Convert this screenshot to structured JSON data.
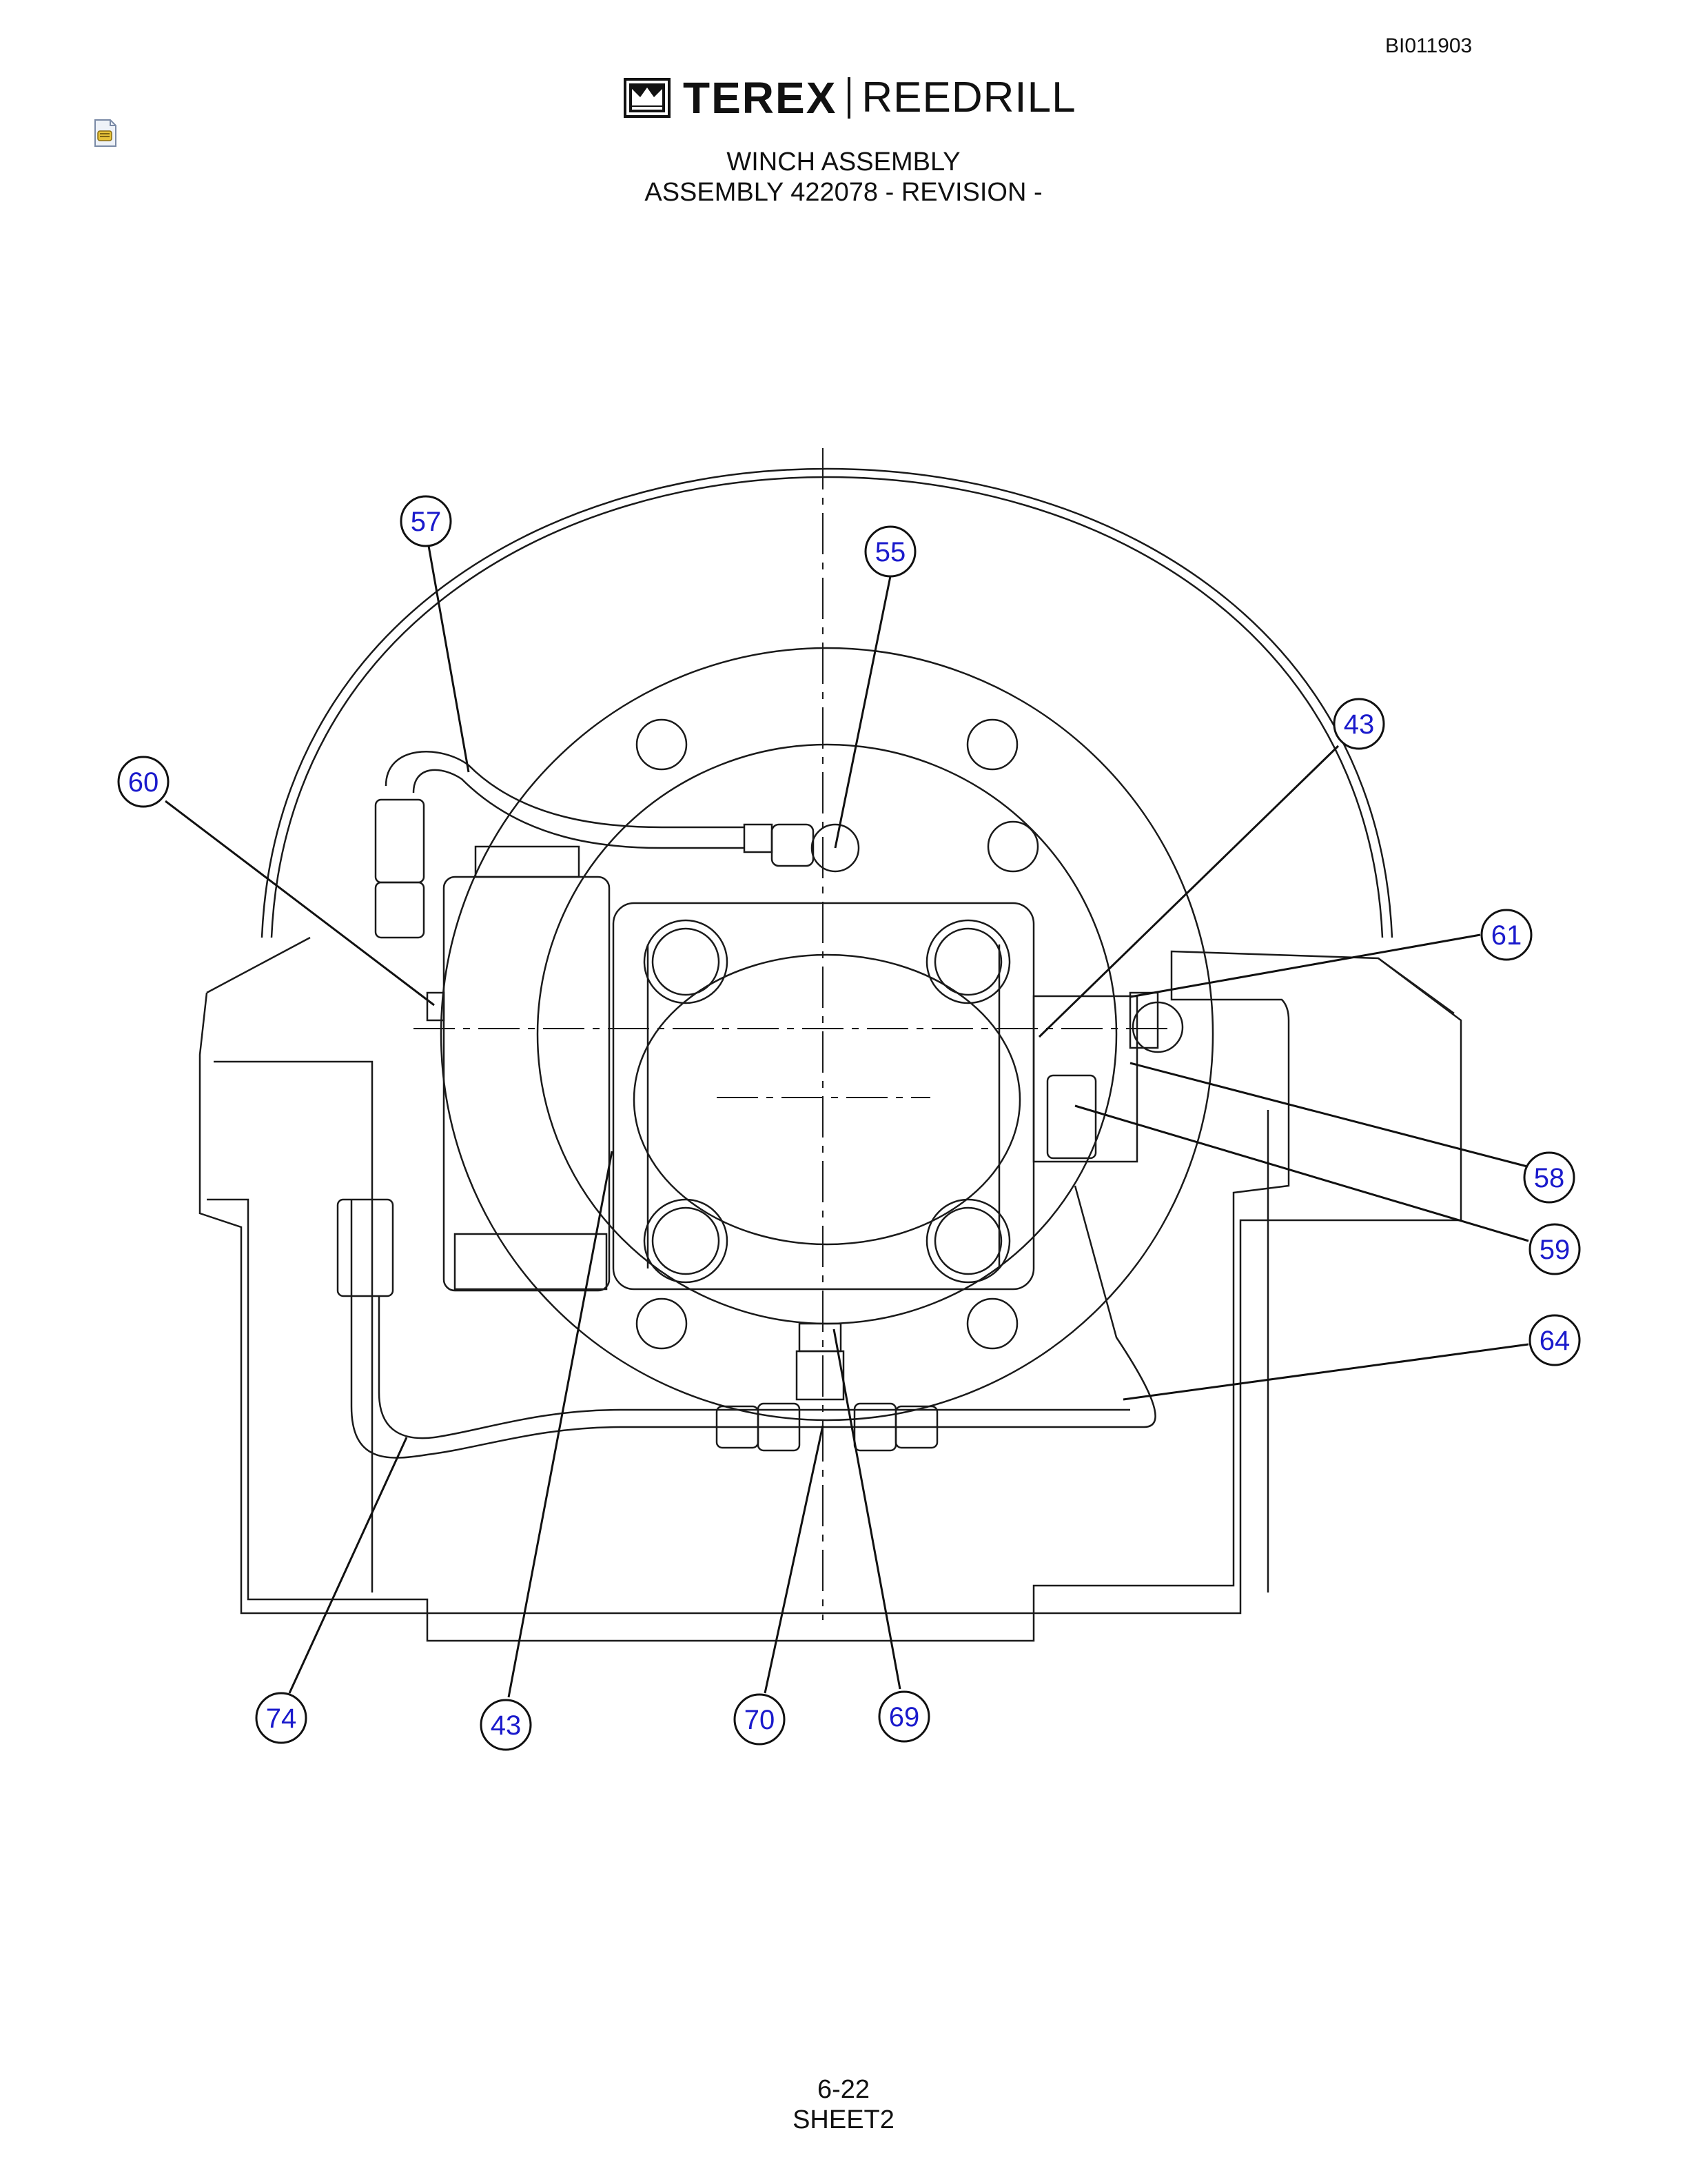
{
  "header": {
    "doc_id": "BI011903",
    "brand_name": "TEREX",
    "brand_division": "REEDRILL",
    "title_line1": "WINCH ASSEMBLY",
    "title_line2": "ASSEMBLY 422078 - REVISION -"
  },
  "footer": {
    "page_number": "6-22",
    "sheet": "SHEET2"
  },
  "callouts": [
    "57",
    "55",
    "43",
    "60",
    "61",
    "58",
    "59",
    "64",
    "74",
    "43",
    "70",
    "69"
  ],
  "colors": {
    "line": "#1a1a1a",
    "callout_text": "#1a1acc"
  },
  "icons": [
    "terex-crown-logo-icon",
    "document-icon"
  ]
}
